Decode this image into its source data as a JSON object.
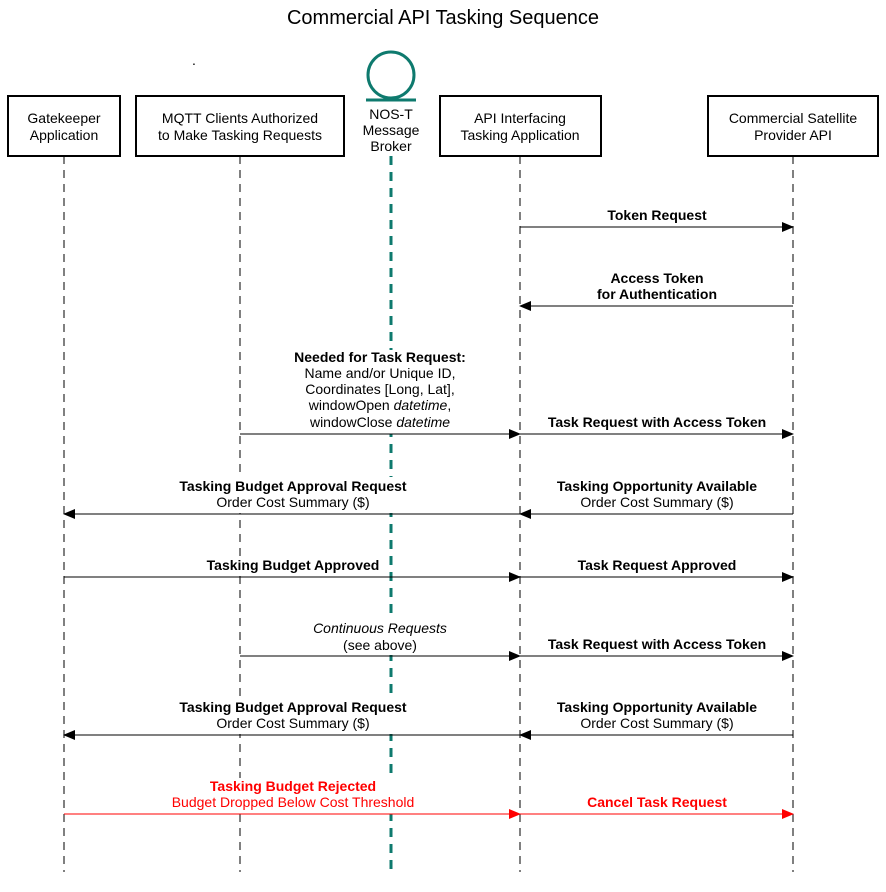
{
  "title": "Commercial API Tasking Sequence",
  "stray_mark": ".",
  "participants": {
    "gatekeeper": [
      "Gatekeeper",
      "Application"
    ],
    "mqtt": [
      "MQTT Clients Authorized",
      "to Make Tasking Requests"
    ],
    "broker": [
      "NOS-T",
      "Message",
      "Broker"
    ],
    "api": [
      "API Interfacing",
      "Tasking Application"
    ],
    "provider": [
      "Commercial Satellite",
      "Provider API"
    ]
  },
  "messages": {
    "token_request": "Token Request",
    "access_token_1": "Access Token",
    "access_token_2": "for Authentication",
    "needed_title": "Needed for Task Request:",
    "needed_1": "Name and/or Unique ID,",
    "needed_2": "Coordinates [Long, Lat],",
    "needed_3a": "windowOpen ",
    "needed_3b": "datetime",
    "needed_3c": ",",
    "needed_4a": "windowClose ",
    "needed_4b": "datetime",
    "task_request_token": "Task Request with Access Token",
    "budget_approval_request": "Tasking Budget Approval Request",
    "order_cost_summary": "Order Cost Summary ($)",
    "opportunity_available": "Tasking Opportunity Available",
    "budget_approved": "Tasking Budget Approved",
    "task_request_approved": "Task Request Approved",
    "continuous_requests": "Continuous Requests",
    "see_above": "(see above)",
    "budget_rejected": "Tasking Budget Rejected",
    "budget_dropped": "Budget Dropped Below Cost Threshold",
    "cancel_task": "Cancel Task Request"
  },
  "colors": {
    "line": "#000000",
    "broker": "#0E7A6E",
    "reject": "#FF0000"
  }
}
